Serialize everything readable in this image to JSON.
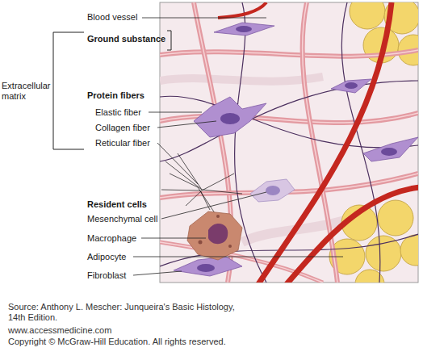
{
  "diagram": {
    "labels": [
      "Blood vessel",
      "Ground substance",
      "Extracellular matrix",
      "Protein fibers",
      "Elastic fiber",
      "Collagen fiber",
      "Reticular fiber",
      "Resident cells",
      "Mesenchymal cell",
      "Macrophage",
      "Adipocyte",
      "Fibroblast",
      "Source: Anthony L. Mescher: Junqueira's Basic Histology, 14th Edition.",
      "www.accessmedicine.com",
      "Copyright © McGraw-Hill Education. All rights reserved."
    ]
  }
}
